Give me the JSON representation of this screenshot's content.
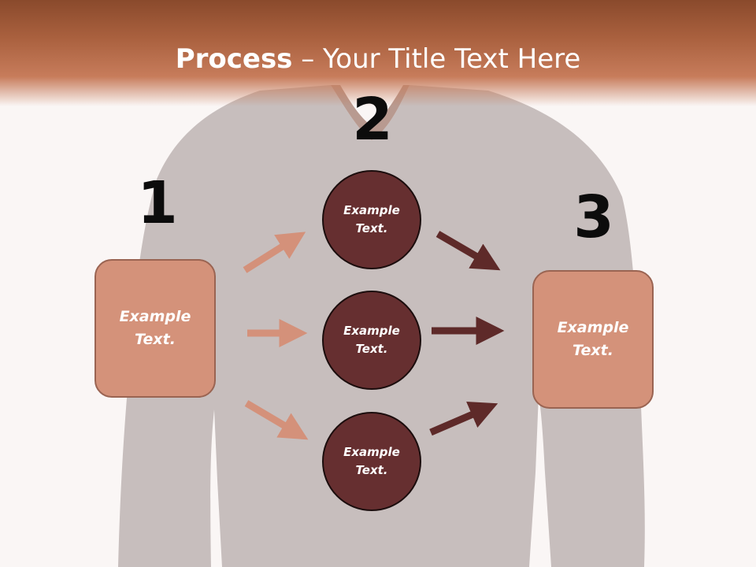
{
  "slide": {
    "title_strong": "Process",
    "title_rest": " – Your Title Text Here"
  },
  "steps": {
    "n1": "1",
    "n2": "2",
    "n3": "3"
  },
  "nodes": {
    "input_box": "Example Text.",
    "circle_top": "Example Text.",
    "circle_middle": "Example Text.",
    "circle_bottom": "Example Text.",
    "output_box": "Example Text."
  },
  "colors": {
    "header": "#b46a48",
    "box_fill": "#d4927a",
    "box_border": "#9a6452",
    "circle_fill": "#662f30",
    "arrow_light": "#d4917a",
    "arrow_dark": "#5e2a29",
    "background": "#faf6f5"
  }
}
